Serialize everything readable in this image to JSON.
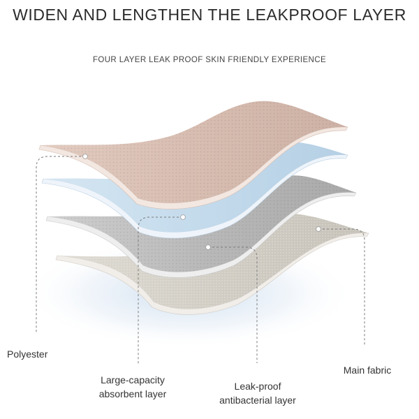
{
  "headline": "WIDEN AND LENGTHEN THE LEAKPROOF LAYER",
  "subheadline": "FOUR LAYER LEAK PROOF SKIN FRIENDLY EXPERIENCE",
  "layers": [
    {
      "lines": [
        "Polyester"
      ],
      "color": "#d9c0b4"
    },
    {
      "lines": [
        "Large-capacity",
        "absorbent layer"
      ],
      "color": "#c9deec"
    },
    {
      "lines": [
        "Leak-proof",
        "antibacterial layer"
      ],
      "color": "#b8b8b8"
    },
    {
      "lines": [
        "Main fabric"
      ],
      "color": "#d7d4cc"
    }
  ]
}
